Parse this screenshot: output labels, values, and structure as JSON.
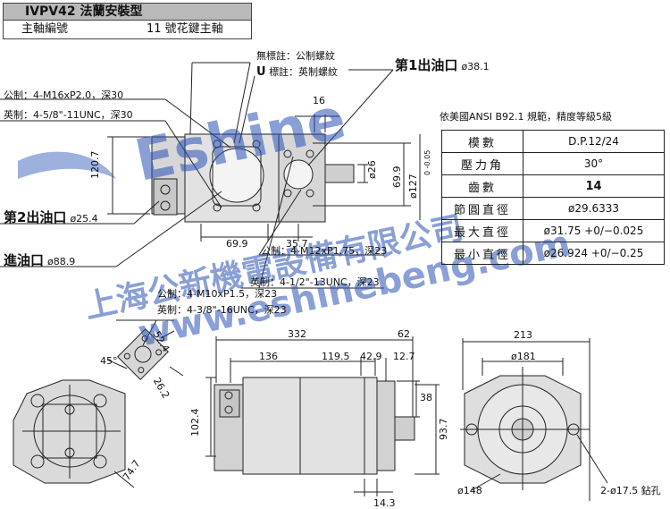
{
  "header": {
    "title": "IVPV42 法蘭安裝型",
    "left": "主軸編號",
    "right": "11 號花鍵主軸"
  },
  "thread_notes": {
    "marker_none": "無標註：公制螺紋",
    "marker_u_letter": "U",
    "marker_u": "標註：英制螺紋",
    "port_a_metric": "公制：4-M16xP2.0，深30",
    "port_a_imperial": "英制：4-5/8\"-11UNC，深30",
    "port_b_metric": "公制：4-M12xP1.75，深23",
    "port_b_imperial": "英制：4-1/2\"-13UNC，深23",
    "port_c_metric": "公制：4-M10xP1.5，深23",
    "port_c_imperial": "英制：4-3/8\"-16UNC，深23"
  },
  "ports": {
    "outlet1_label": "第1出油口",
    "outlet1_size": "ø38.1",
    "outlet2_label": "第2出油口",
    "outlet2_size": "ø25.4",
    "inlet_label": "進油口",
    "inlet_size": "ø88.9"
  },
  "dims": {
    "d16": "16",
    "d120_7": "120.7",
    "d69_9": "69.9",
    "d35_7": "35.7",
    "d26": "ø26",
    "d69_9v": "69.9",
    "d127": "ø127",
    "d127_tol": "0\n-0.05",
    "d52_4": "52.4",
    "d26_2": "26.2",
    "d45": "45°",
    "d74_7": "74.7",
    "d332": "332",
    "d62": "62",
    "d136": "136",
    "d119_5": "119.5",
    "d42_9": "42.9",
    "d12_7": "12.7",
    "d102_4": "102.4",
    "d38": "38",
    "d93_7": "93.7",
    "d14_3": "14.3",
    "d213": "213",
    "d181": "ø181",
    "d148": "ø148",
    "holes": "2-ø17.5 鉆孔"
  },
  "spec": {
    "note": "依美國ANSI  B92.1 規範，精度等級5級",
    "rows": [
      {
        "k": "模數",
        "v": "D.P.12/24"
      },
      {
        "k": "壓力角",
        "v": "30°"
      },
      {
        "k": "齒數",
        "v": "14"
      },
      {
        "k": "節圓直徑",
        "v": "ø29.6333"
      },
      {
        "k": "最大直徑",
        "v": "ø31.75 +0/−0.025"
      },
      {
        "k": "最小直徑",
        "v": "ø26.924 +0/−0.25"
      }
    ]
  },
  "watermark": {
    "line1": "Eshine",
    "line2": "上海公新機電設備有限公司",
    "line3": "www.eshinebeng.com"
  },
  "colors": {
    "line": "#222222",
    "body_fill": "#dcdcdc",
    "header_fill": "#b9b9b9",
    "watermark": "#2850b4"
  }
}
